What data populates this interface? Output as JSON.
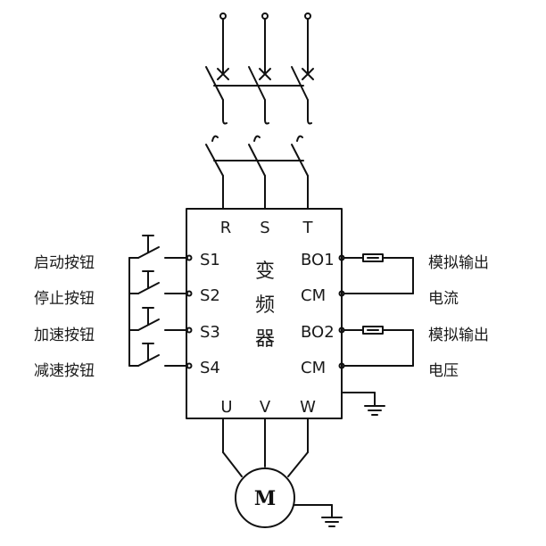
{
  "inverter": {
    "title_chars": [
      "变",
      "频",
      "器"
    ]
  },
  "input_terminals": [
    "R",
    "S",
    "T"
  ],
  "output_terminals": [
    "U",
    "V",
    "W"
  ],
  "control_inputs": [
    {
      "terminal": "S1",
      "label": "启动按钮"
    },
    {
      "terminal": "S2",
      "label": "停止按钮"
    },
    {
      "terminal": "S3",
      "label": "加速按钮"
    },
    {
      "terminal": "S4",
      "label": "减速按钮"
    }
  ],
  "analog_outputs": [
    {
      "terminal": "BO1",
      "common": "CM",
      "label_line1": "模拟输出",
      "label_line2": "电流"
    },
    {
      "terminal": "BO2",
      "common": "CM",
      "label_line1": "模拟输出",
      "label_line2": "电压"
    }
  ],
  "motor": {
    "symbol": "M"
  }
}
